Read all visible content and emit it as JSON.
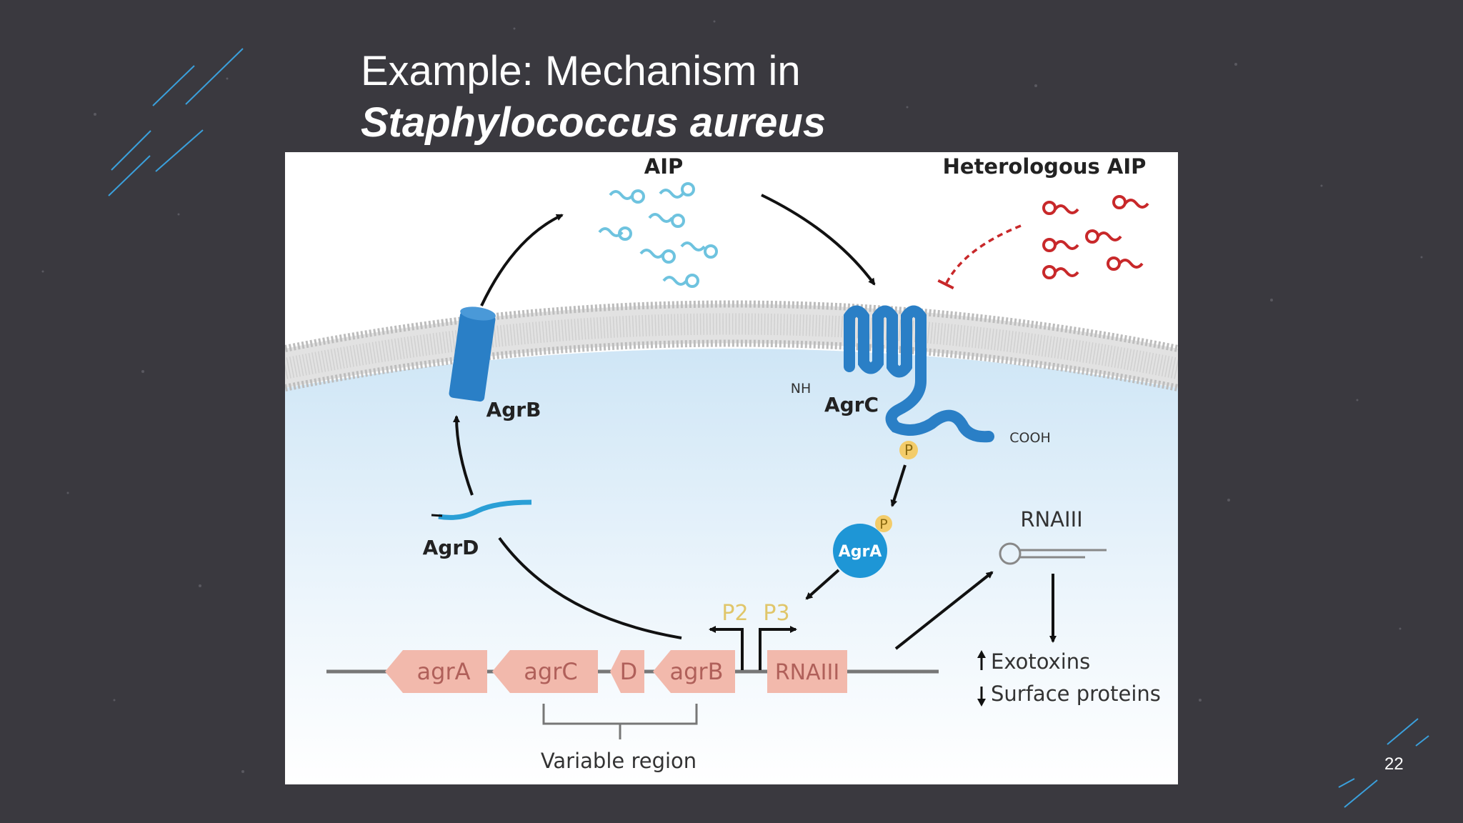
{
  "slide": {
    "title_line1": "Example: Mechanism in",
    "title_line2": "Staphylococcus aureus",
    "page_number": "22"
  },
  "diagram": {
    "labels": {
      "aip": "AIP",
      "heterologous_aip": "Heterologous AIP",
      "agrb": "AgrB",
      "agrc": "AgrC",
      "agrd": "AgrD",
      "agra": "AgrA",
      "nh2": "NH",
      "cooh": "COOH",
      "p_agrc": "P",
      "p_agra": "P",
      "rnaiii_top": "RNAIII",
      "p2": "P2",
      "p3": "P3",
      "exotoxins": "Exotoxins",
      "surface_proteins": "Surface proteins",
      "variable_region": "Variable region"
    },
    "genes": [
      "agrA",
      "agrC",
      "D",
      "agrB",
      "RNAIII"
    ],
    "colors": {
      "slide_bg": "#3a393f",
      "accent_lines": "#3aa0dc",
      "protein_blue": "#2a7fc6",
      "aip_blue": "#6ec3df",
      "heterologous_red": "#c8282a",
      "gene_pink": "#f2b9ac",
      "gene_text": "#b0605a",
      "promoter_yellow": "#e0c66a",
      "phosphate_fill": "#f3cc6a"
    }
  }
}
